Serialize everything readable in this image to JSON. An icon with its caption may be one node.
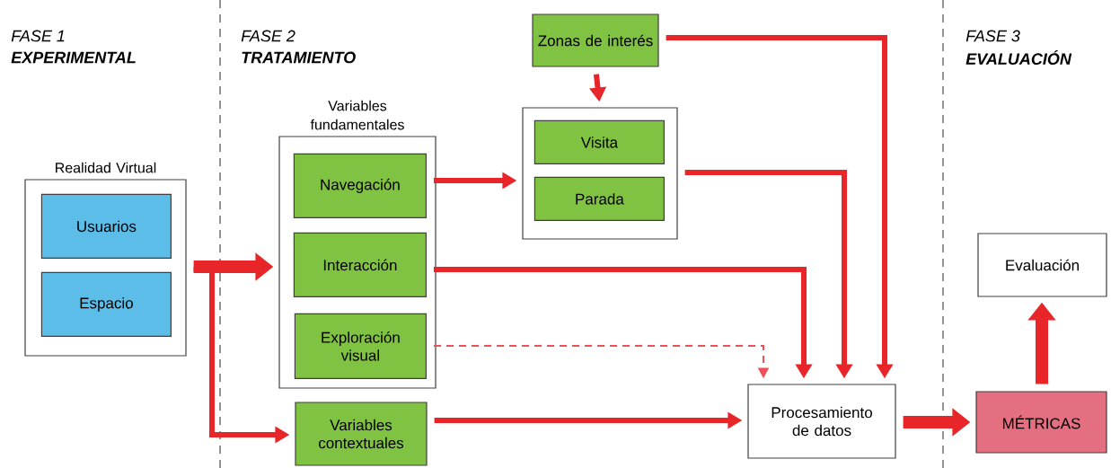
{
  "diagram": {
    "nodes": [
      {
        "text": [
          "Realidad Virtual"
        ]
      },
      {
        "text": [
          "Usuarios"
        ],
        "in": 0
      },
      {
        "text": [
          "Espacio"
        ],
        "in": 0
      },
      {
        "text": [
          "Variables fundamentales"
        ]
      },
      {
        "text": [
          "Navegación"
        ],
        "in": 3
      },
      {
        "text": [
          "Interacción"
        ],
        "in": 3
      },
      {
        "text": [
          "Exploración visual"
        ],
        "in": 3
      },
      {
        "text": [
          "Variables contextuales"
        ]
      },
      {
        "text": [
          "Zonas de interés"
        ]
      },
      {
        "text": [],
        "shape": "box"
      },
      {
        "text": [
          "Visita"
        ],
        "in": 9
      },
      {
        "text": [
          "Parada"
        ],
        "in": 9
      },
      {
        "text": [
          "Procesamiento de datos"
        ]
      },
      {
        "text": [
          "Evaluación"
        ]
      },
      {
        "text": [
          "MÉTRICAS"
        ]
      }
    ],
    "edges": [
      {
        "from": 0,
        "to": 3,
        "arrow": "to",
        "style": "thick"
      },
      {
        "from": 0,
        "to": 7,
        "arrow": "to"
      },
      {
        "from": 4,
        "to": 9,
        "arrow": "to"
      },
      {
        "from": 8,
        "to": 9,
        "arrow": "to"
      },
      {
        "from": 8,
        "to": 12,
        "arrow": "to"
      },
      {
        "from": 9,
        "to": 12,
        "arrow": "to"
      },
      {
        "from": 5,
        "to": 12,
        "arrow": "to"
      },
      {
        "from": 6,
        "to": 12,
        "arrow": "to",
        "style": "dashed"
      },
      {
        "from": 7,
        "to": 12,
        "arrow": "to"
      },
      {
        "from": 12,
        "to": 14,
        "arrow": "to",
        "style": "thick"
      },
      {
        "from": 14,
        "to": 13,
        "arrow": "to",
        "style": "thick"
      }
    ],
    "labels": [
      "FASE 1",
      "EXPERIMENTAL",
      "FASE 2",
      "TRATAMIENTO",
      "FASE 3",
      "EVALUACIÓN"
    ]
  }
}
